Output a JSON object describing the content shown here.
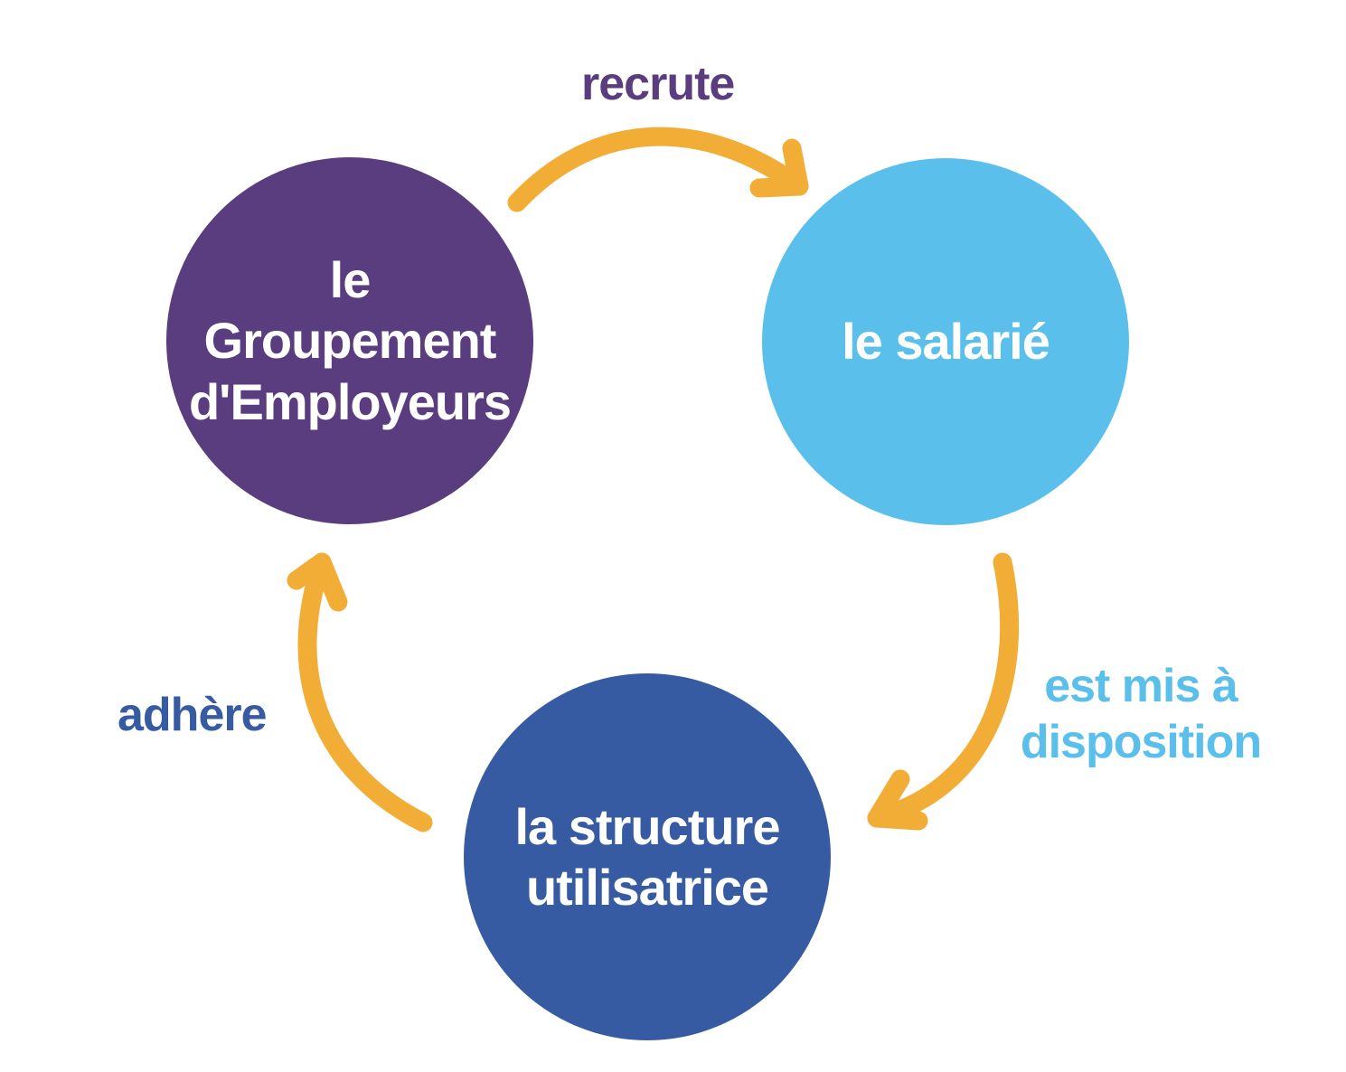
{
  "colors": {
    "groupement": "#5a3d7f",
    "salarie": "#5bbfec",
    "structure": "#375ba2",
    "arrow": "#f2ad37",
    "background": "#ffffff"
  },
  "nodes": {
    "groupement": {
      "label_line1": "le Groupement",
      "label_line2": "d'Employeurs"
    },
    "salarie": {
      "label": "le salarié"
    },
    "structure": {
      "label_line1": "la structure",
      "label_line2": "utilisatrice"
    }
  },
  "edges": {
    "recrute": {
      "label": "recrute",
      "from": "groupement",
      "to": "salarie"
    },
    "mis_a_dispo": {
      "label_line1": "est mis à",
      "label_line2": "disposition",
      "from": "salarie",
      "to": "structure"
    },
    "adhere": {
      "label": "adhère",
      "from": "structure",
      "to": "groupement"
    }
  }
}
